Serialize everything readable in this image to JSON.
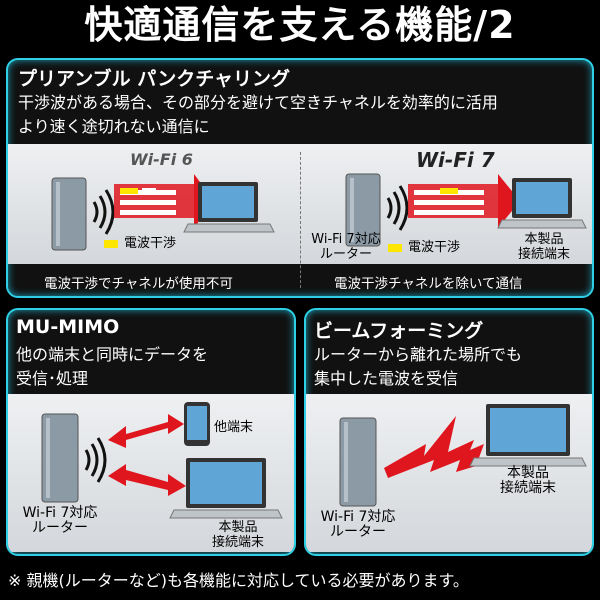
{
  "title": "快適通信を支える機能/2",
  "preamble": {
    "title": "プリアンブル パンクチャリング",
    "desc_line1": "干渉波がある場合、その部分を避けて空きチャネルを効率的に活用",
    "desc_line2": "より速く途切れない通信に",
    "left": {
      "label": "Wi-Fi 6",
      "legend": "電波干渉",
      "caption": "電波干渉でチャネルが使用不可"
    },
    "right": {
      "label": "Wi-Fi 7",
      "router": "Wi-Fi 7対応\nルーター",
      "router_l1": "Wi-Fi 7対応",
      "router_l2": "ルーター",
      "legend": "電波干渉",
      "device_l1": "本製品",
      "device_l2": "接続端末",
      "caption": "電波干渉チャネルを除いて通信"
    }
  },
  "mumimo": {
    "title": "MU-MIMO",
    "desc_line1": "他の端末と同時にデータを",
    "desc_line2": "受信･処理",
    "other_device": "他端末",
    "device_l1": "本製品",
    "device_l2": "接続端末",
    "router_l1": "Wi-Fi 7対応",
    "router_l2": "ルーター"
  },
  "beam": {
    "title": "ビームフォーミング",
    "desc_line1": "ルーターから離れた場所でも",
    "desc_line2": "集中した電波を受信",
    "device_l1": "本製品",
    "device_l2": "接続端末",
    "router_l1": "Wi-Fi 7対応",
    "router_l2": "ルーター"
  },
  "footnote": "※ 親機(ルーターなど)も各機能に対応している必要があります。",
  "colors": {
    "accent": "#2fd0e6",
    "arrow": "#e0161e",
    "interference": "#ffe600"
  }
}
